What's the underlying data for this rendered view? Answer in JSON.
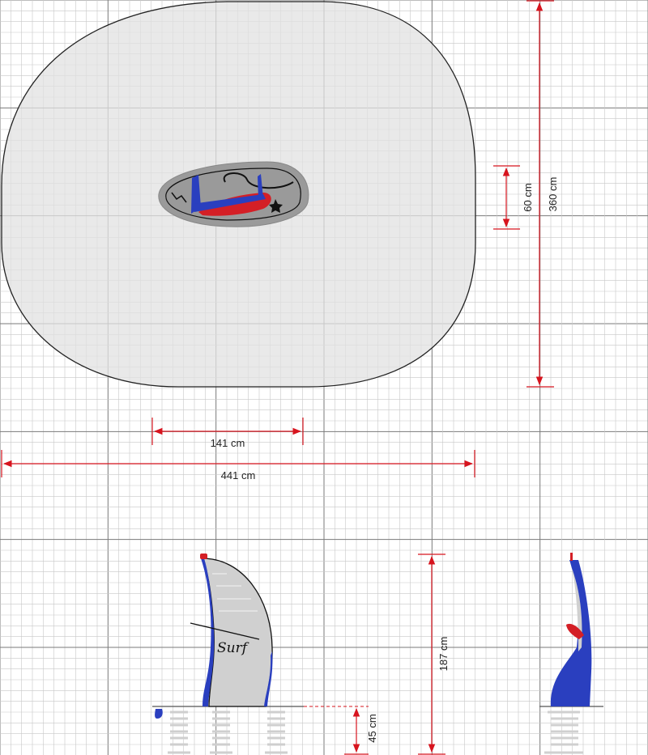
{
  "drawing": {
    "top_view": {
      "dimensions": {
        "depth": "360 cm",
        "item_width": "60 cm",
        "item_length": "141 cm",
        "area_length": "441 cm"
      }
    },
    "front_view": {
      "logo_text": "Surf",
      "dimensions": {
        "height": "187 cm",
        "seat_height": "45 cm"
      }
    },
    "colors": {
      "dimension_line": "#d7141e",
      "safety_area": "#e4e4e4",
      "body_grey": "#cfcfcf",
      "blue": "#2a3fbf",
      "red": "#d41f26",
      "grid_minor": "#c8c8c8",
      "grid_major": "#7a7a7a"
    }
  }
}
